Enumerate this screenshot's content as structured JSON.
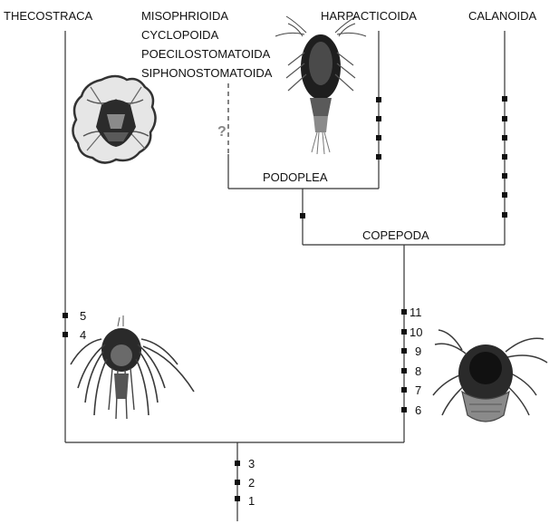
{
  "taxa": {
    "thecostraca": "THECOSTRACA",
    "misophrioida": "MISOPHRIOIDA",
    "cyclopoida": "CYCLOPOIDA",
    "poecilostomatoida": "POECILOSTOMATOIDA",
    "siphonostomatoida": "SIPHONOSTOMATOIDA",
    "harpacticoida": "HARPACTICOIDA",
    "calanoida": "CALANOIDA"
  },
  "clades": {
    "podoplea": "PODOPLEA",
    "copepoda": "COPEPODA"
  },
  "uncertain_mark": "?",
  "characters": {
    "root": [
      "1",
      "2",
      "3"
    ],
    "thecostraca": [
      "4",
      "5"
    ],
    "copepoda": [
      "6",
      "7",
      "8",
      "9",
      "10",
      "11"
    ]
  },
  "unlabeled_marks": {
    "harpacticoida": 4,
    "calanoida": 7,
    "podoplea": 1
  },
  "illustrations": {
    "thecostraca_top": "barnacle-shell-icon",
    "harpacticoida": "harpacticoid-copepod-icon",
    "thecostraca_larva": "nauplius-larva-icon",
    "copepoda_larva": "copepod-nauplius-icon"
  },
  "colors": {
    "line": "#333333",
    "mark": "#111111",
    "text": "#111111",
    "question": "#888888"
  }
}
